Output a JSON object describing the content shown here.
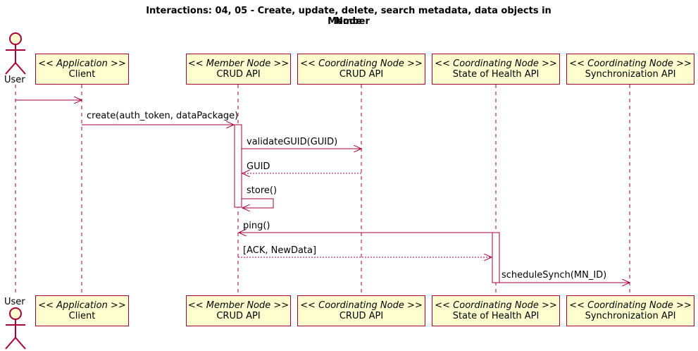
{
  "diagram": {
    "title_line1": "Interactions: 04, 05 - Create, update, delete, search metadata, data objects in Member",
    "title_line2": "Node",
    "participants": [
      {
        "kind": "actor",
        "label": "User"
      },
      {
        "kind": "box",
        "stereotype": "<< Application >>",
        "label": "Client"
      },
      {
        "kind": "box",
        "stereotype": "<< Member Node >>",
        "label": "CRUD API"
      },
      {
        "kind": "box",
        "stereotype": "<< Coordinating Node >>",
        "label": "CRUD API"
      },
      {
        "kind": "box",
        "stereotype": "<< Coordinating Node >>",
        "label": "State of Health API"
      },
      {
        "kind": "box",
        "stereotype": "<< Coordinating Node >>",
        "label": "Synchronization API"
      }
    ],
    "messages": [
      {
        "from": "User",
        "to": "Client",
        "label": "",
        "style": "sync"
      },
      {
        "from": "Client",
        "to": "Member Node CRUD API",
        "label": "create(auth_token, dataPackage)",
        "style": "sync"
      },
      {
        "from": "Member Node CRUD API",
        "to": "Coordinating Node CRUD API",
        "label": "validateGUID(GUID)",
        "style": "sync"
      },
      {
        "from": "Coordinating Node CRUD API",
        "to": "Member Node CRUD API",
        "label": "GUID",
        "style": "return"
      },
      {
        "from": "Member Node CRUD API",
        "to": "Member Node CRUD API",
        "label": "store()",
        "style": "self"
      },
      {
        "from": "State of Health API",
        "to": "Member Node CRUD API",
        "label": "ping()",
        "style": "sync"
      },
      {
        "from": "Member Node CRUD API",
        "to": "State of Health API",
        "label": "[ACK, NewData]",
        "style": "return"
      },
      {
        "from": "State of Health API",
        "to": "Synchronization API",
        "label": "scheduleSynch(MN_ID)",
        "style": "sync"
      }
    ],
    "colors": {
      "border": "#A80036",
      "fill": "#FEFECE",
      "line": "#A80036"
    }
  }
}
